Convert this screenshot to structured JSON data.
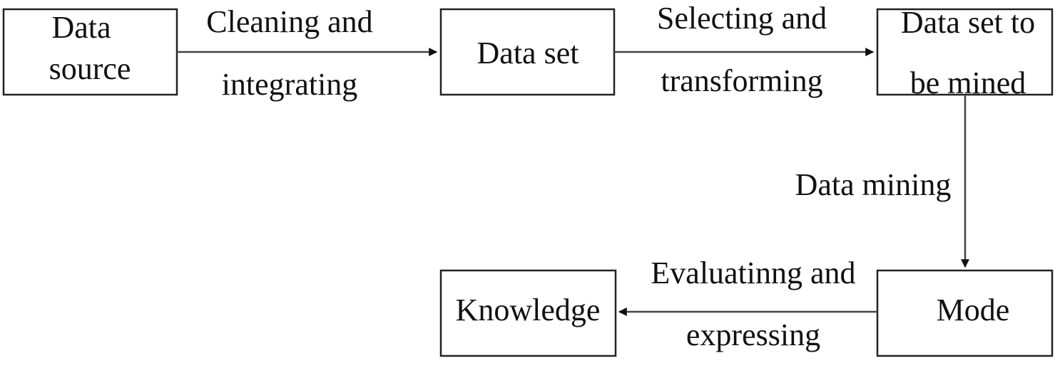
{
  "nodes": {
    "data_source": [
      "Data",
      "source"
    ],
    "data_set": [
      "Data set"
    ],
    "data_set_to_be_mined": [
      "Data set to",
      "be mined"
    ],
    "mode": [
      "Mode"
    ],
    "knowledge": [
      "Knowledge"
    ]
  },
  "edges": {
    "cleaning_integrating": [
      "Cleaning and",
      "integrating"
    ],
    "selecting_transforming": [
      "Selecting and",
      "transforming"
    ],
    "data_mining": [
      "Data mining"
    ],
    "evaluating_expressing": [
      "Evaluatinng and",
      "expressing"
    ]
  },
  "colors": {
    "stroke": "#222222",
    "text": "#111111",
    "background": "#ffffff"
  }
}
